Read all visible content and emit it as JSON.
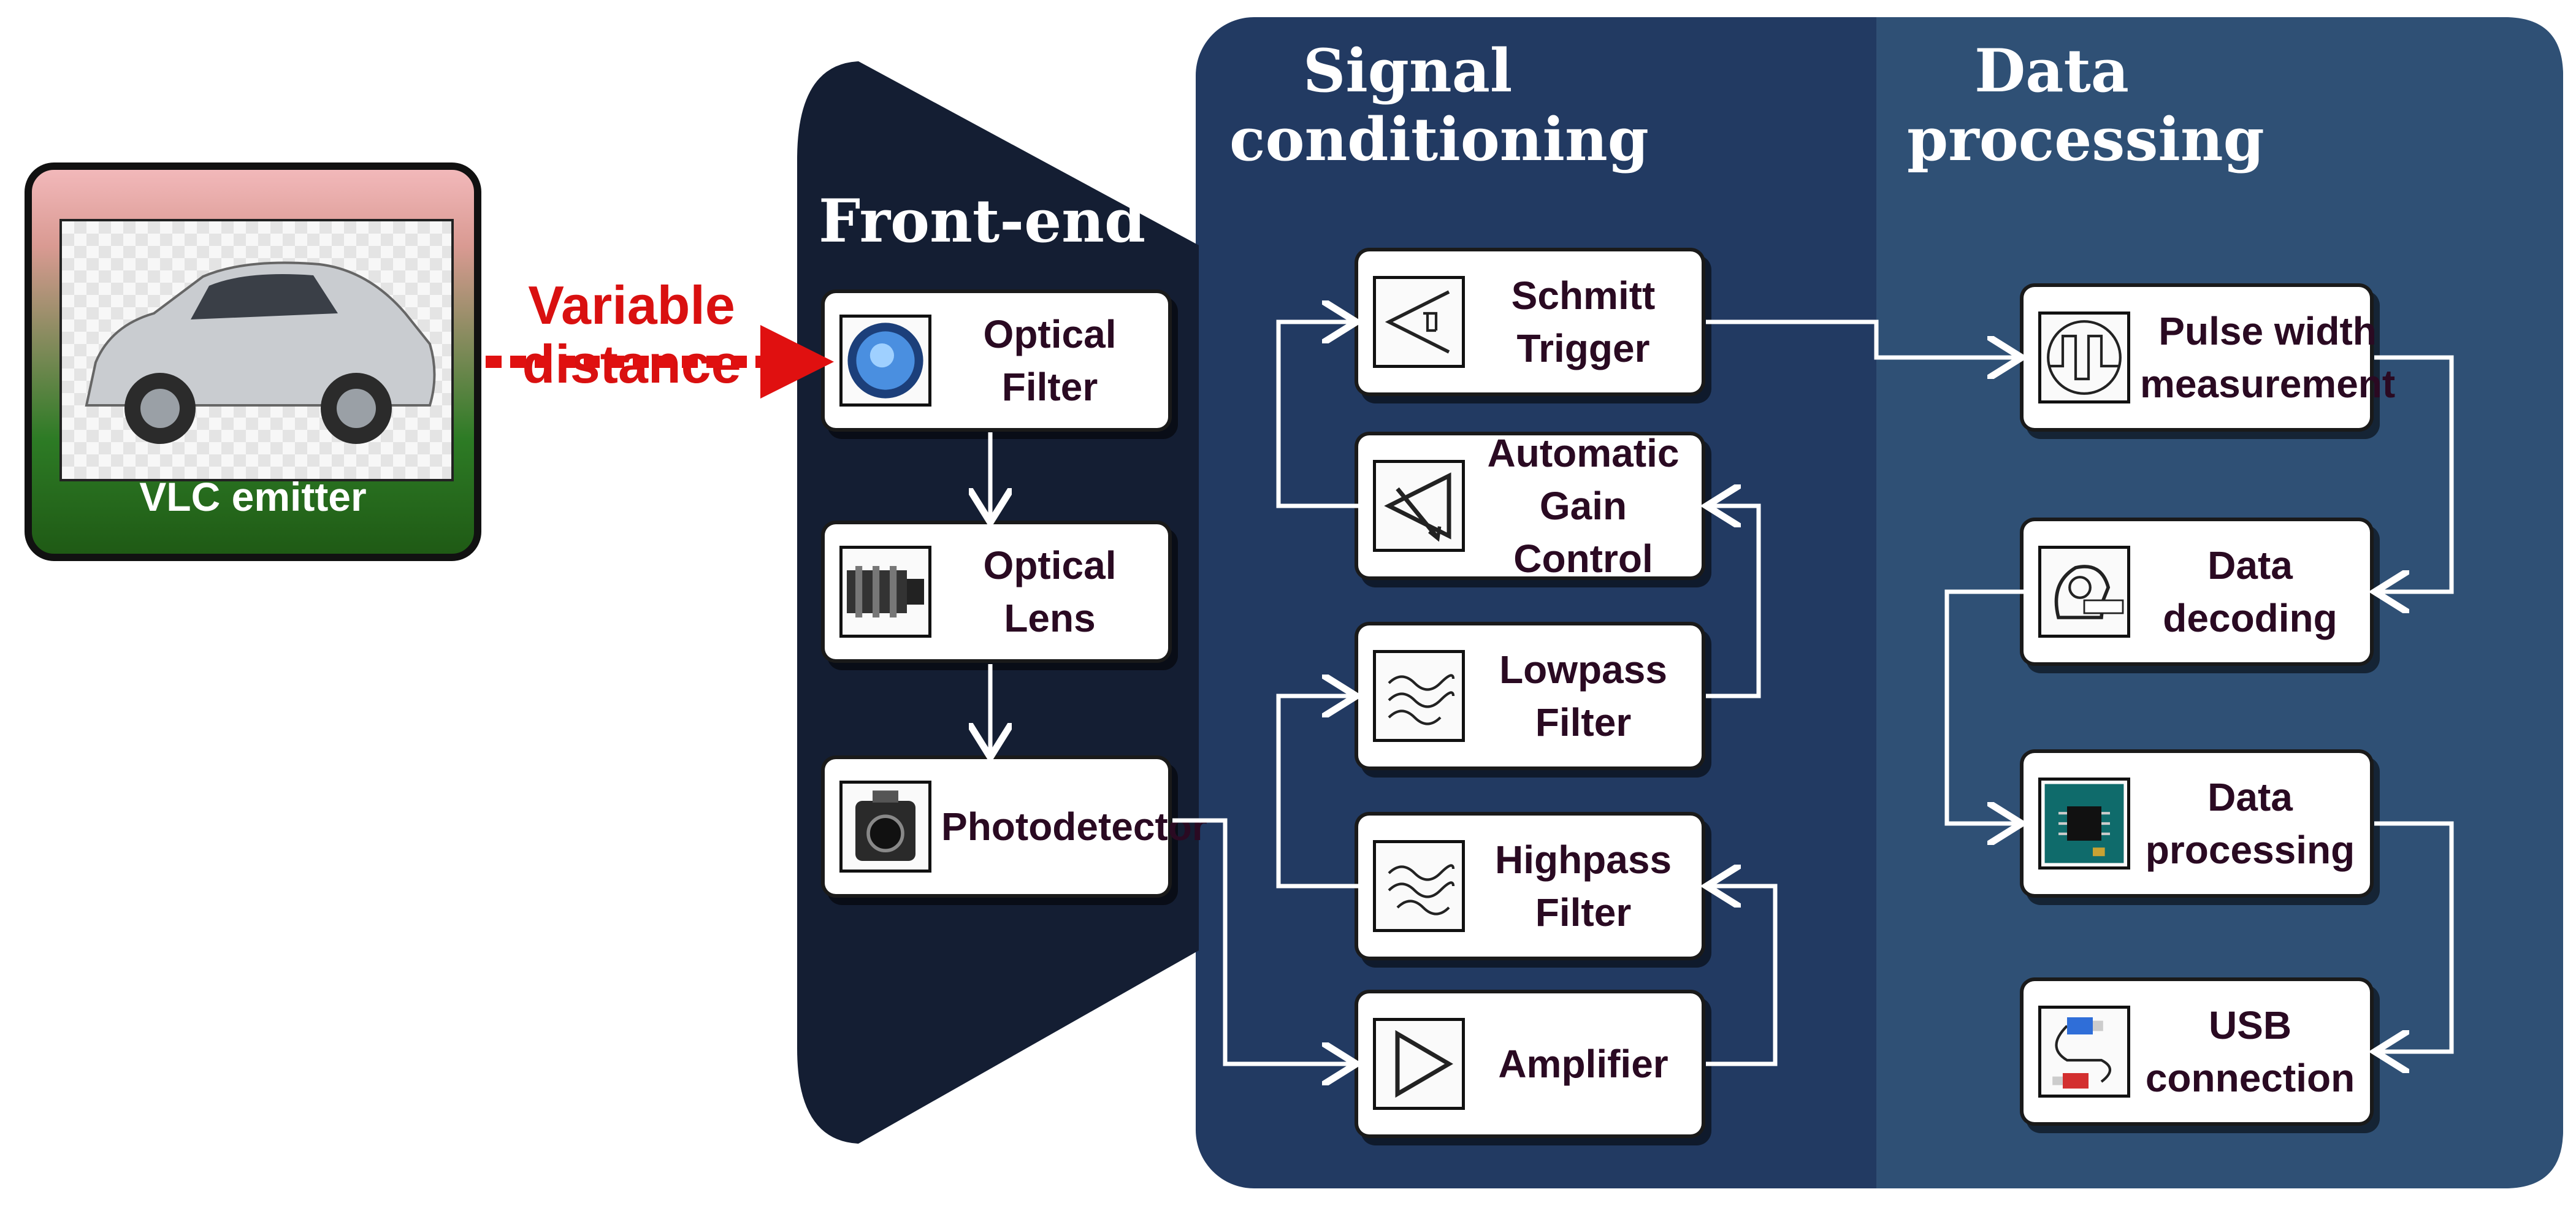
{
  "emitter": {
    "label": "VLC emitter"
  },
  "link": {
    "line1": "Variable",
    "line2": "distance"
  },
  "front_end": {
    "title": "Front-end",
    "blocks": [
      {
        "label_lines": [
          "Optical",
          "Filter"
        ],
        "icon": "lens-filter-icon"
      },
      {
        "label_lines": [
          "Optical",
          "Lens"
        ],
        "icon": "camera-lens-icon"
      },
      {
        "label_lines": [
          "Photodetector"
        ],
        "icon": "photodetector-icon"
      }
    ]
  },
  "signal_conditioning": {
    "title_lines": [
      "Signal",
      "conditioning"
    ],
    "blocks": [
      {
        "label_lines": [
          "Schmitt",
          "Trigger"
        ],
        "icon": "schmitt-trigger-icon"
      },
      {
        "label_lines": [
          "Automatic",
          "Gain Control"
        ],
        "icon": "agc-icon"
      },
      {
        "label_lines": [
          "Lowpass",
          "Filter"
        ],
        "icon": "lowpass-filter-icon"
      },
      {
        "label_lines": [
          "Highpass",
          "Filter"
        ],
        "icon": "highpass-filter-icon"
      },
      {
        "label_lines": [
          "Amplifier"
        ],
        "icon": "amplifier-icon"
      }
    ]
  },
  "data_processing": {
    "title_lines": [
      "Data",
      "processing"
    ],
    "blocks": [
      {
        "label_lines": [
          "Pulse width",
          "measurement"
        ],
        "icon": "pulse-width-icon"
      },
      {
        "label_lines": [
          "Data",
          "decoding"
        ],
        "icon": "data-decoding-icon"
      },
      {
        "label_lines": [
          "Data",
          "processing"
        ],
        "icon": "microcontroller-icon"
      },
      {
        "label_lines": [
          "USB",
          "connection"
        ],
        "icon": "usb-icon"
      }
    ]
  },
  "colors": {
    "front_end_bg": "#141e33",
    "signal_bg": "#223a62",
    "data_bg": "#2f5075",
    "arrow_red": "#e01010",
    "connector": "#ffffff"
  }
}
